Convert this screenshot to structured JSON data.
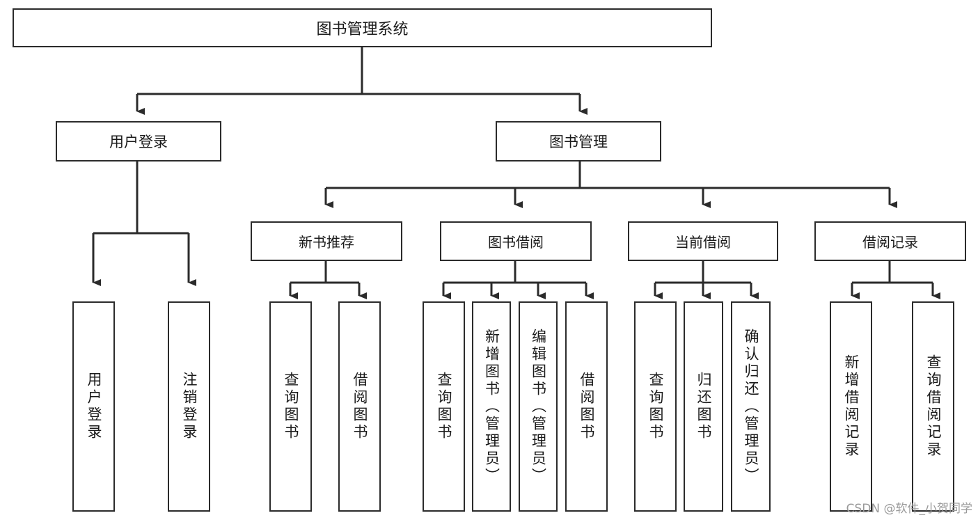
{
  "diagram": {
    "title": "图书管理系统",
    "type": "hierarchy-tree",
    "orientation": "top-down",
    "style": {
      "box_border": "#2b2b2b",
      "box_fill": "#ffffff",
      "line": "#2b2b2b",
      "text": "#1a1a1a",
      "background": "#ffffff"
    },
    "root": {
      "label": "图书管理系统"
    },
    "level1": [
      {
        "label": "用户登录"
      },
      {
        "label": "图书管理"
      }
    ],
    "level2": [
      {
        "label": "新书推荐"
      },
      {
        "label": "图书借阅"
      },
      {
        "label": "当前借阅"
      },
      {
        "label": "借阅记录"
      }
    ],
    "leaves": {
      "user_login": [
        {
          "label": "用户登录"
        },
        {
          "label": "注销登录"
        }
      ],
      "new_book_recommend": [
        {
          "label": "查询图书"
        },
        {
          "label": "借阅图书"
        }
      ],
      "book_borrow": [
        {
          "label": "查询图书"
        },
        {
          "label": "新增图书（管理员）"
        },
        {
          "label": "编辑图书（管理员）"
        },
        {
          "label": "借阅图书"
        }
      ],
      "current_borrow": [
        {
          "label": "查询图书"
        },
        {
          "label": "归还图书"
        },
        {
          "label": "确认归还（管理员）"
        }
      ],
      "borrow_record": [
        {
          "label": "新增借阅记录"
        },
        {
          "label": "查询借阅记录"
        }
      ]
    }
  },
  "watermark": {
    "text": "CSDN @软件_小贺同学"
  }
}
